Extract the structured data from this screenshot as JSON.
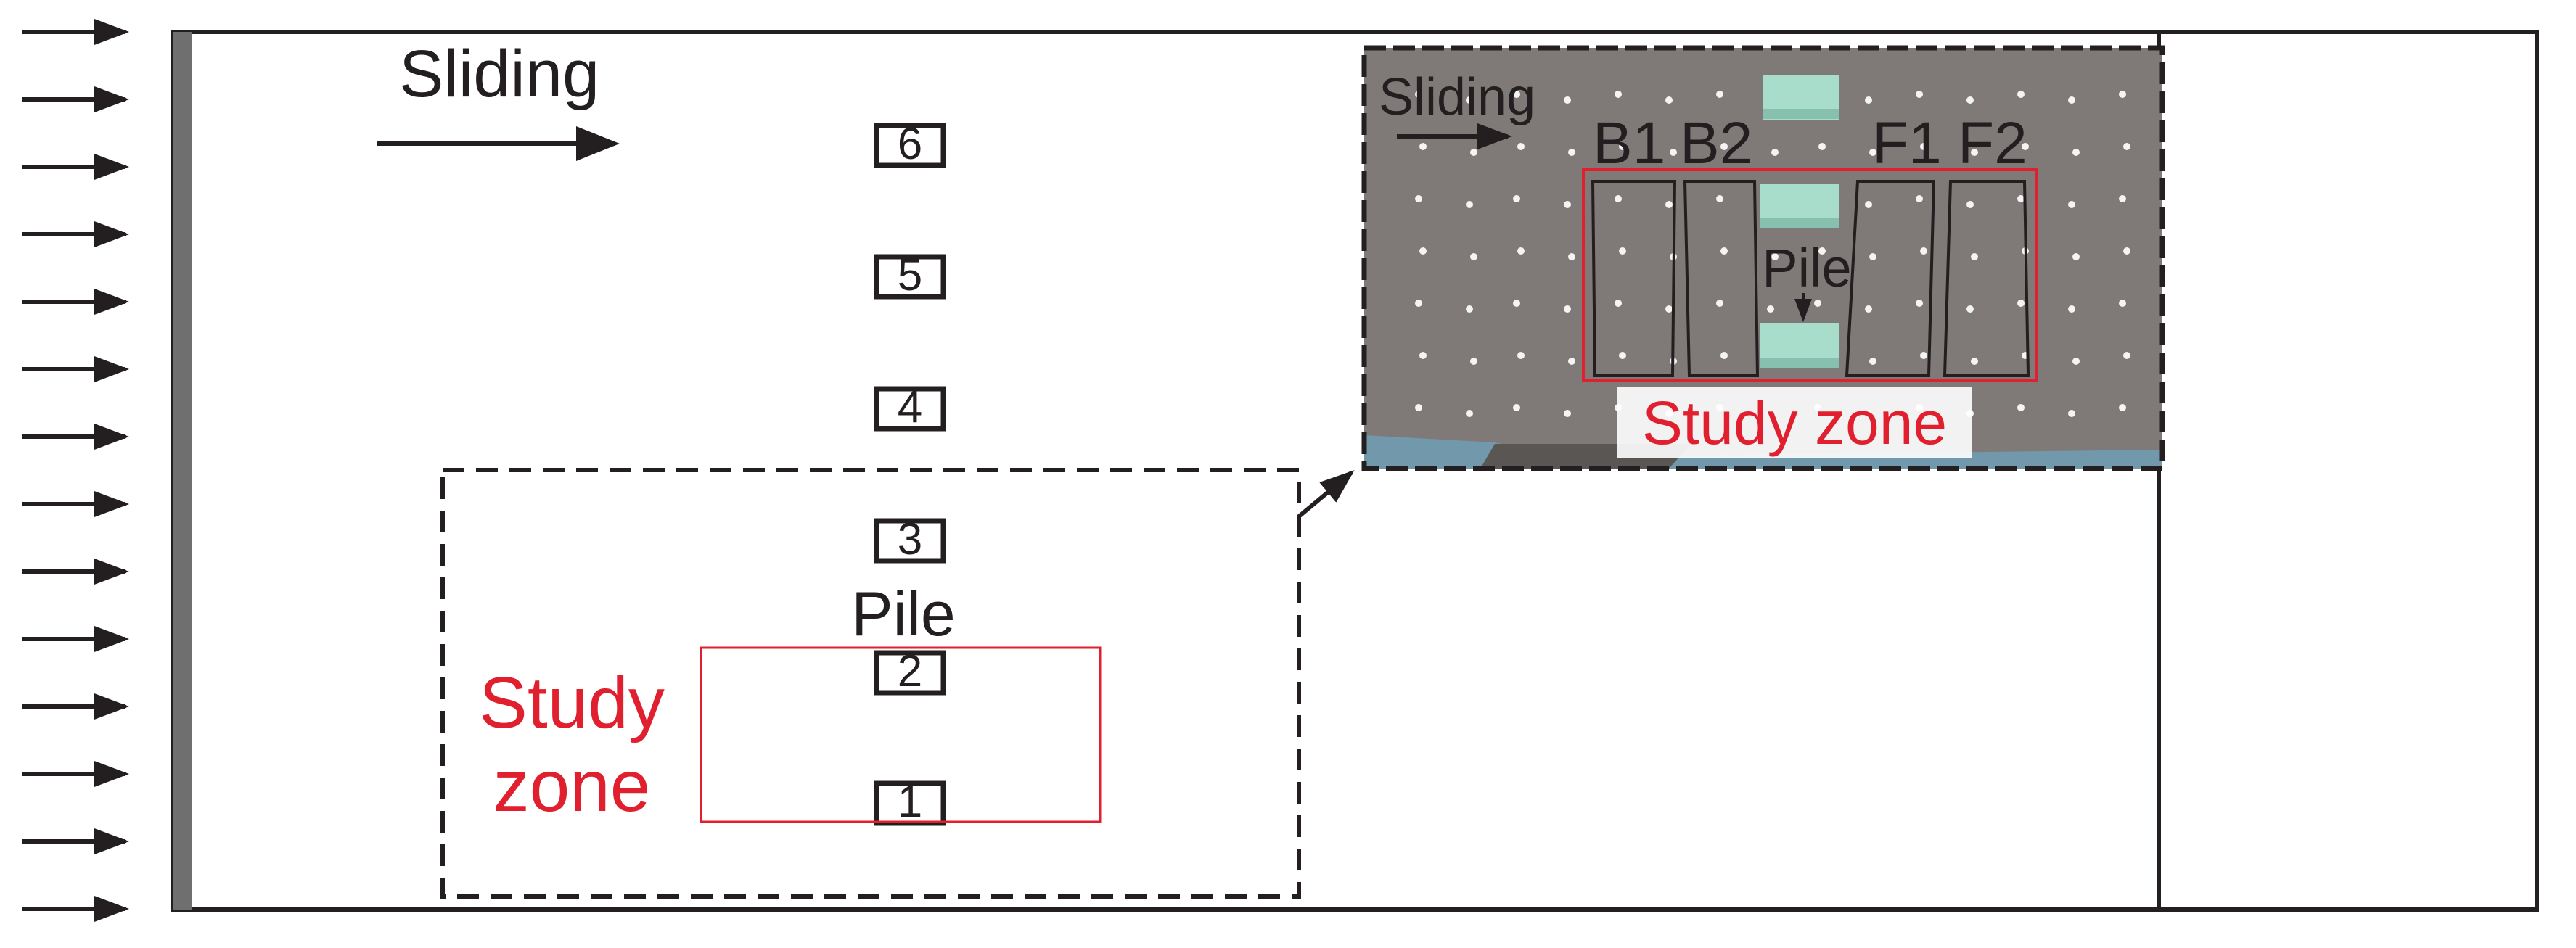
{
  "diagram": {
    "sliding_label": "Sliding",
    "pile_label": "Pile",
    "study_zone_line1": "Study",
    "study_zone_line2": "zone",
    "piles": [
      "6",
      "5",
      "4",
      "3",
      "2",
      "1"
    ],
    "inset": {
      "sliding_label": "Sliding",
      "pile_label": "Pile",
      "study_zone_label": "Study zone",
      "strips": [
        "B1",
        "B2",
        "F1",
        "F2"
      ]
    },
    "colors": {
      "line": "#231f20",
      "study_zone": "#e0202e",
      "photo_bg": "#7a7674",
      "pile_block": "#a8dccb",
      "left_wall": "#6f6f6f"
    }
  }
}
